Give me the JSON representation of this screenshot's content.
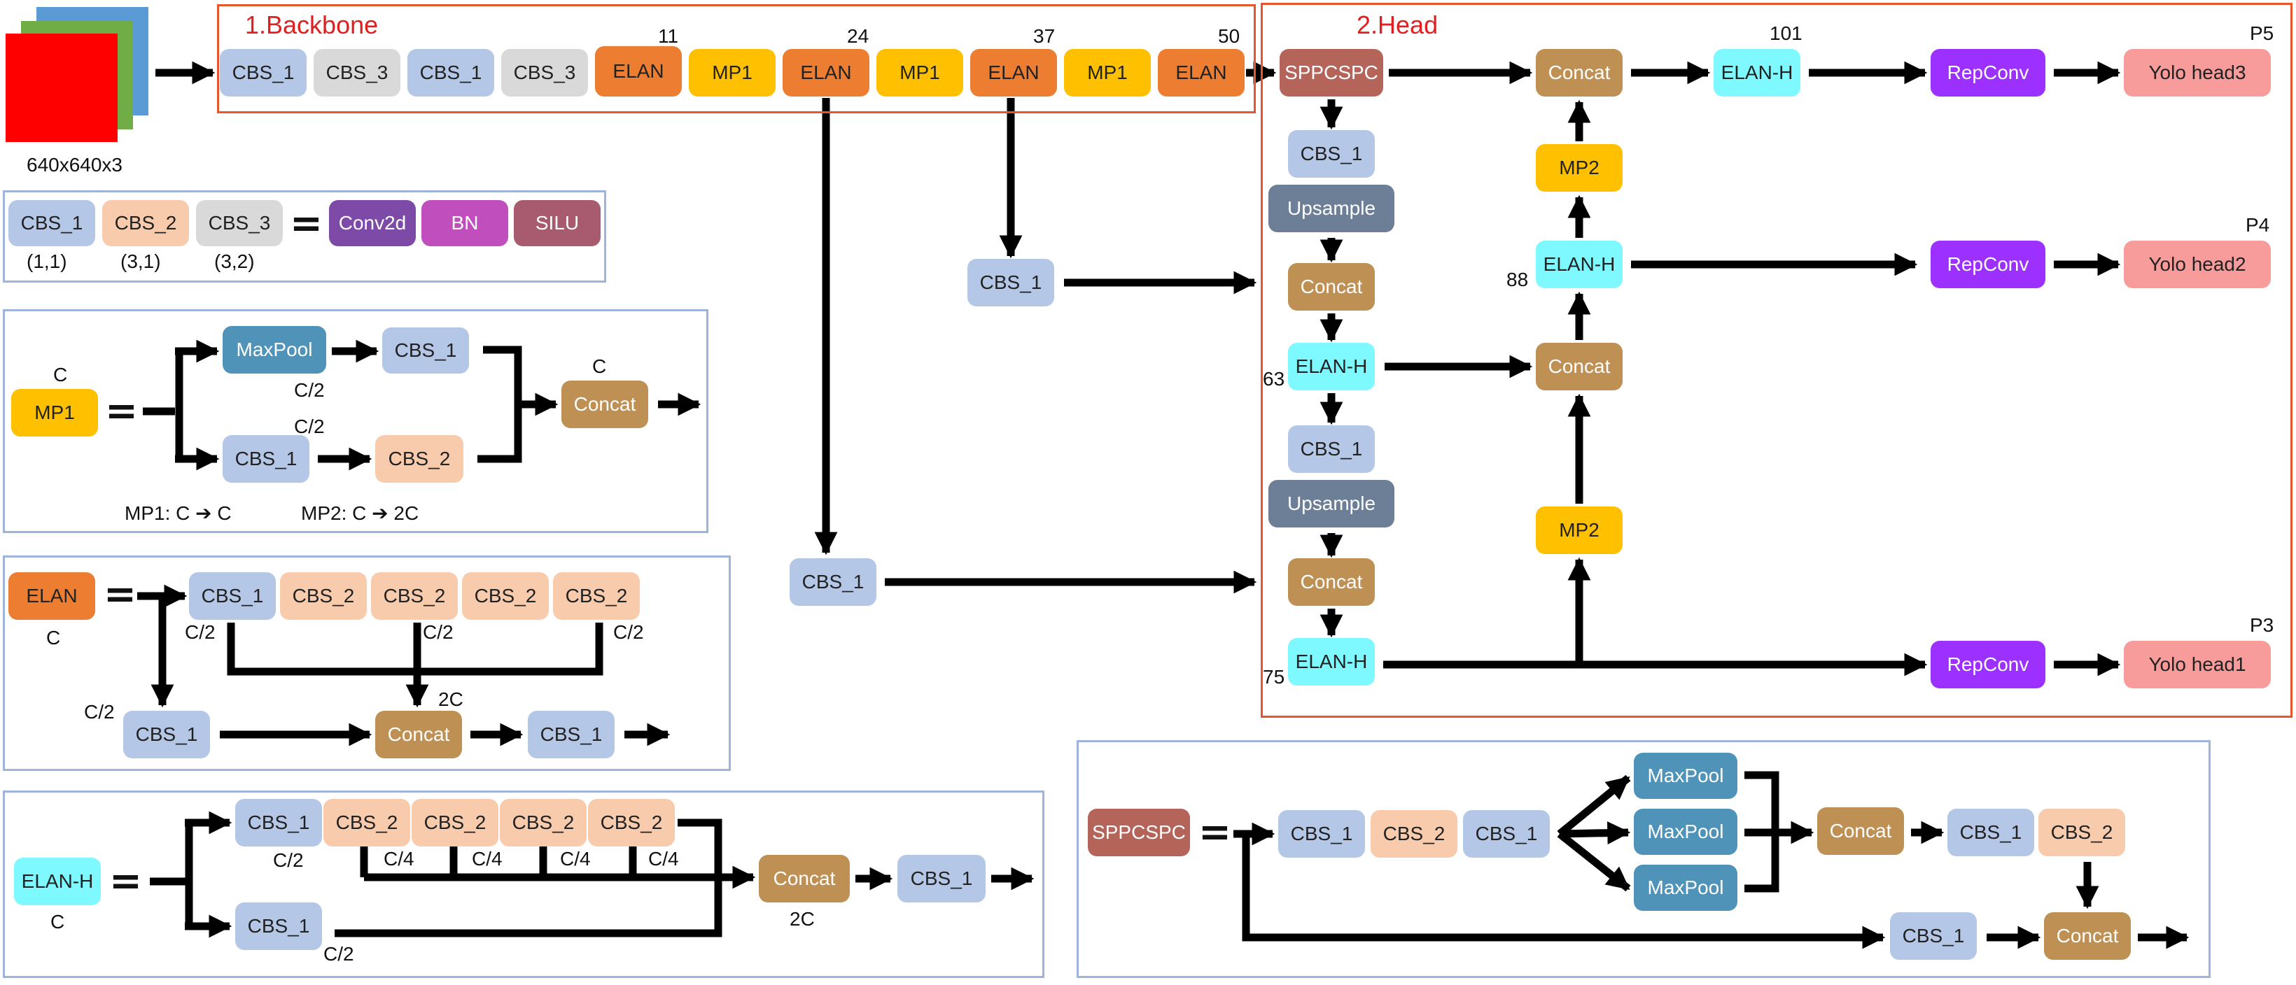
{
  "input": {
    "size_label": "640x640x3"
  },
  "sections": {
    "backbone_title": "1.Backbone",
    "head_title": "2.Head"
  },
  "colors": {
    "cbs1": "#b4c7e7",
    "cbs2": "#f8cbad",
    "cbs3": "#d9d9d9",
    "elan": "#ed7d31",
    "mp": "#ffc000",
    "concat": "#bf9054",
    "elanh": "#7df9ff",
    "sppcspc": "#b5645a",
    "upsample": "#6d7f96",
    "repconv": "#9b30ff",
    "yolo": "#f79b9b",
    "maxpool": "#4f93b8",
    "conv2d": "#7e4aa8",
    "bn": "#c04fbd",
    "silu": "#a85a6e",
    "red_frame": "#e8542c",
    "blue_frame": "#9fb4da"
  },
  "backbone": {
    "nodes": [
      "CBS_1",
      "CBS_3",
      "CBS_1",
      "CBS_3",
      "ELAN",
      "MP1",
      "ELAN",
      "MP1",
      "ELAN",
      "MP1",
      "ELAN"
    ],
    "index_labels": [
      "11",
      "24",
      "37",
      "50"
    ]
  },
  "head": {
    "sppcspc": "SPPCSPC",
    "cbs1": "CBS_1",
    "upsample": "Upsample",
    "concat": "Concat",
    "elanh": "ELAN-H",
    "mp2": "MP2",
    "repconv": "RepConv",
    "yolo": [
      "Yolo head3",
      "Yolo head2",
      "Yolo head1"
    ],
    "p_labels": [
      "P5",
      "P4",
      "P3"
    ],
    "index_labels": [
      "101",
      "88",
      "63",
      "75"
    ]
  },
  "side_nodes": {
    "cbs1": "CBS_1"
  },
  "cbs_legend": {
    "cbs1": "CBS_1",
    "cbs2": "CBS_2",
    "cbs3": "CBS_3",
    "k1": "(1,1)",
    "k2": "(3,1)",
    "k3": "(3,2)",
    "conv2d": "Conv2d",
    "bn": "BN",
    "silu": "SILU"
  },
  "mp_block": {
    "mp1": "MP1",
    "maxpool": "MaxPool",
    "cbs1": "CBS_1",
    "cbs2": "CBS_2",
    "concat": "Concat",
    "c": "C",
    "c2": "C/2",
    "note1": "MP1: C ➔ C",
    "note2": "MP2: C ➔ 2C"
  },
  "elan_block": {
    "elan": "ELAN",
    "cbs1": "CBS_1",
    "cbs2": "CBS_2",
    "concat": "Concat",
    "c": "C",
    "c2": "C/2",
    "c2x": "2C"
  },
  "elanh_block": {
    "elanh": "ELAN-H",
    "cbs1": "CBS_1",
    "cbs2": "CBS_2",
    "concat": "Concat",
    "c": "C",
    "c2": "C/2",
    "c4": "C/4",
    "c2x": "2C"
  },
  "spp_block": {
    "sppcspc": "SPPCSPC",
    "cbs1": "CBS_1",
    "cbs2": "CBS_2",
    "maxpool": "MaxPool",
    "concat": "Concat"
  },
  "symbols": {
    "eq": "="
  }
}
